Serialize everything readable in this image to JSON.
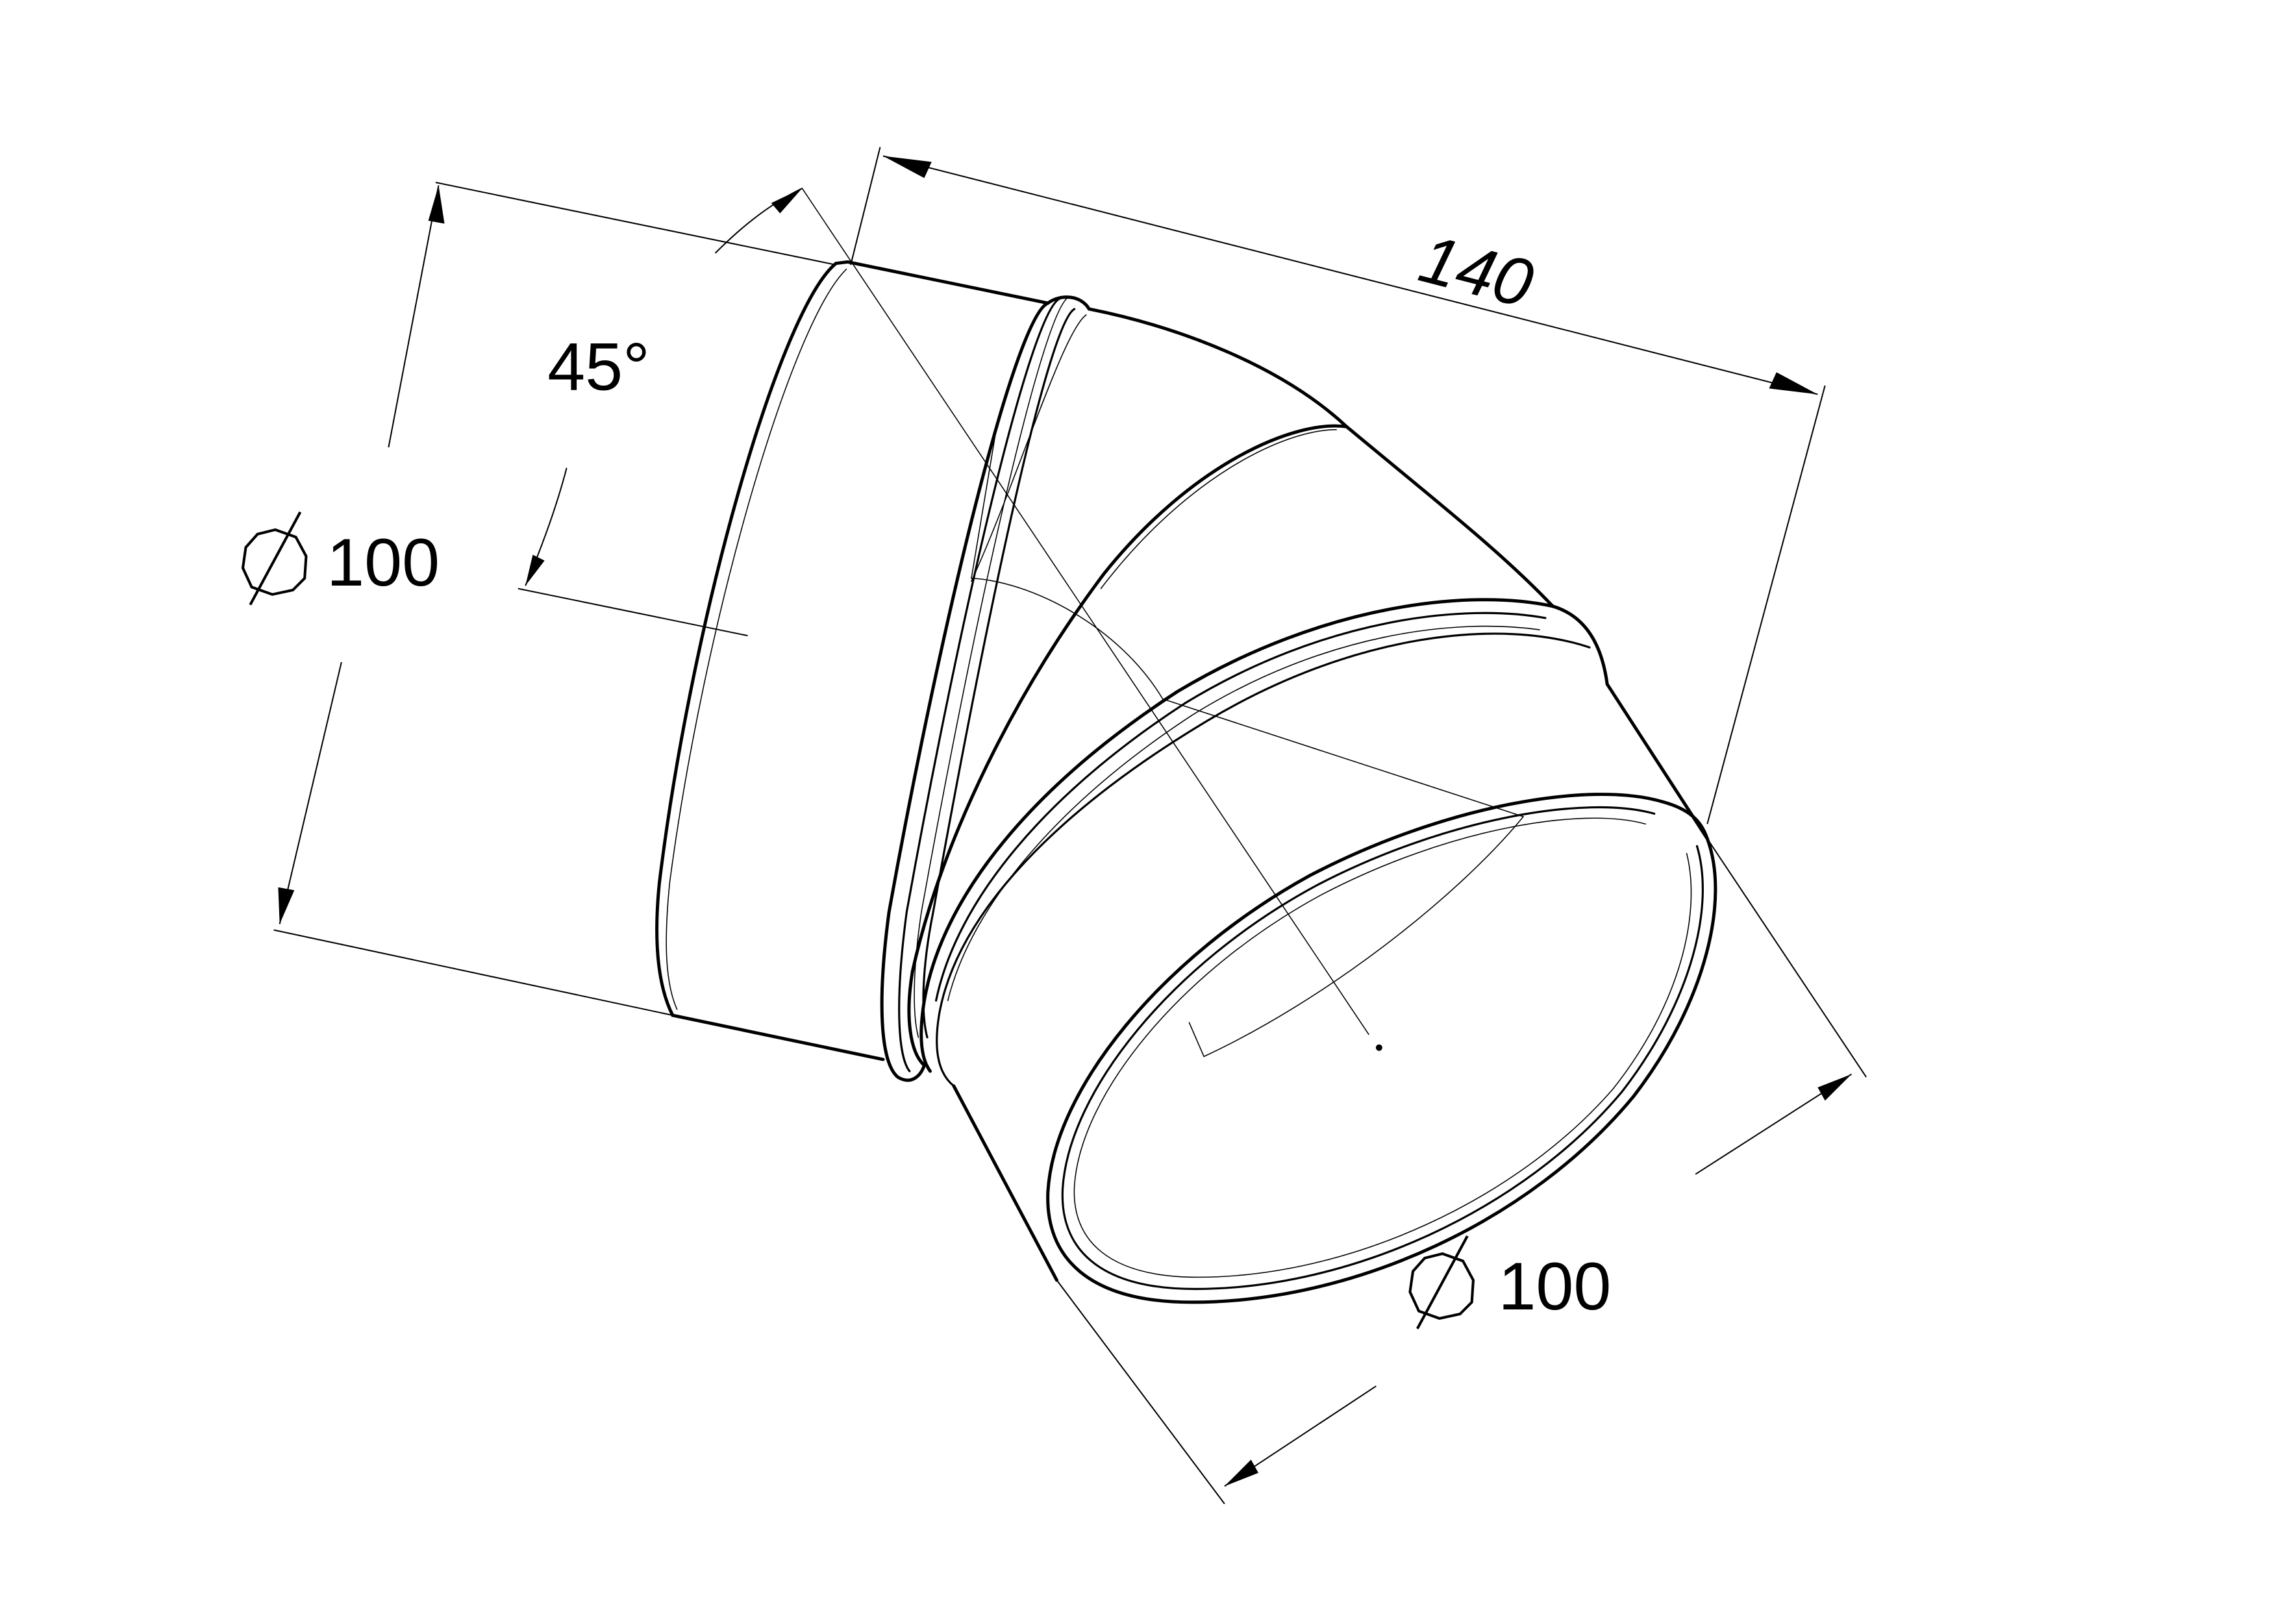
{
  "drawing": {
    "subject": "45° duct elbow, technical dimension drawing",
    "background_color": "#ffffff",
    "line_color": "#000000"
  },
  "dimensions": {
    "angle": {
      "value": "45°",
      "symbol": ""
    },
    "length": {
      "value": "140"
    },
    "diameter_inlet": {
      "symbol": "⌀",
      "value": "100"
    },
    "diameter_outlet": {
      "symbol": "⌀",
      "value": "100"
    }
  }
}
